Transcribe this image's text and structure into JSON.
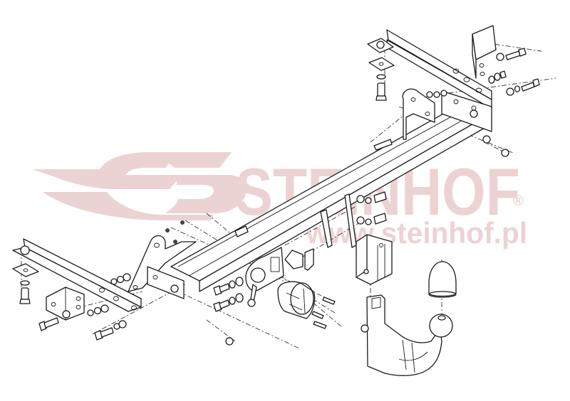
{
  "diagram": {
    "type": "exploded-assembly-drawing",
    "subject": "tow bar (towing hitch) installation kit",
    "watermark": {
      "brand": "STEINHOF",
      "registered_mark": "®",
      "url": "www.steinhof.pl",
      "color": "#ecd3d3"
    },
    "line_color": "#1a1a1a",
    "background": "#ffffff",
    "parts": [
      {
        "id": "right-side-bracket",
        "label": "Long side mounting bracket (right)"
      },
      {
        "id": "right-angle-plate",
        "label": "Angle plate (right)"
      },
      {
        "id": "right-square-plates",
        "label": "Square clamp plates with bolt (right)"
      },
      {
        "id": "main-crossbeam",
        "label": "Main cross beam"
      },
      {
        "id": "right-end-flange",
        "label": "Beam end flange with U-bracket (right)"
      },
      {
        "id": "left-side-bracket",
        "label": "Long side mounting bracket (left)"
      },
      {
        "id": "left-angle-plate",
        "label": "Angle plate (left)"
      },
      {
        "id": "left-square-plates",
        "label": "Square clamp plates with bolt (left)"
      },
      {
        "id": "left-end-flange",
        "label": "Beam end flange with triangular bracket (left)"
      },
      {
        "id": "socket-plate",
        "label": "Electrical socket mounting plate"
      },
      {
        "id": "socket",
        "label": "Electrical 7/13-pin socket"
      },
      {
        "id": "center-bracket",
        "label": "Central vertical bracket"
      },
      {
        "id": "receiver-housing",
        "label": "Detachable ball receiver housing"
      },
      {
        "id": "tow-ball-neck",
        "label": "Detachable tow ball neck"
      },
      {
        "id": "ball-cap",
        "label": "Tow ball protective cap"
      },
      {
        "id": "bolts-nuts-washers",
        "label": "Bolts, nuts and washers"
      }
    ]
  }
}
